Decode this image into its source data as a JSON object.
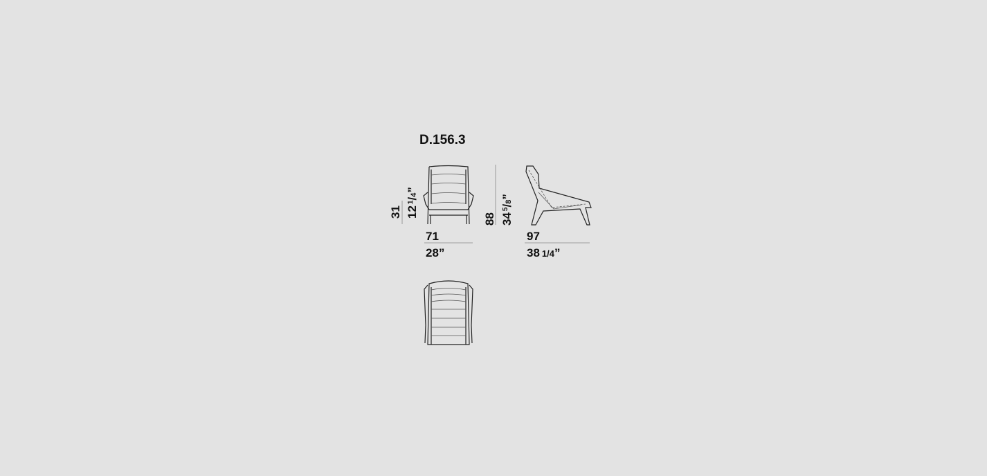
{
  "model_code": "D.156.3",
  "dimensions": {
    "seat_height": {
      "cm": "31",
      "in_whole": "12",
      "in_num": "1",
      "in_den": "4",
      "in_mark": "”"
    },
    "height": {
      "cm": "88",
      "in_whole": "34",
      "in_num": "5",
      "in_den": "8",
      "in_mark": "”"
    },
    "width": {
      "cm": "71",
      "in": "28”"
    },
    "depth": {
      "cm": "97",
      "in_whole": "38",
      "in_frac": "1/4",
      "in_mark": "”"
    }
  },
  "views": [
    "front-view",
    "side-view",
    "top-view"
  ],
  "colors": {
    "background": "#e3e3e3",
    "ink": "#111111"
  }
}
